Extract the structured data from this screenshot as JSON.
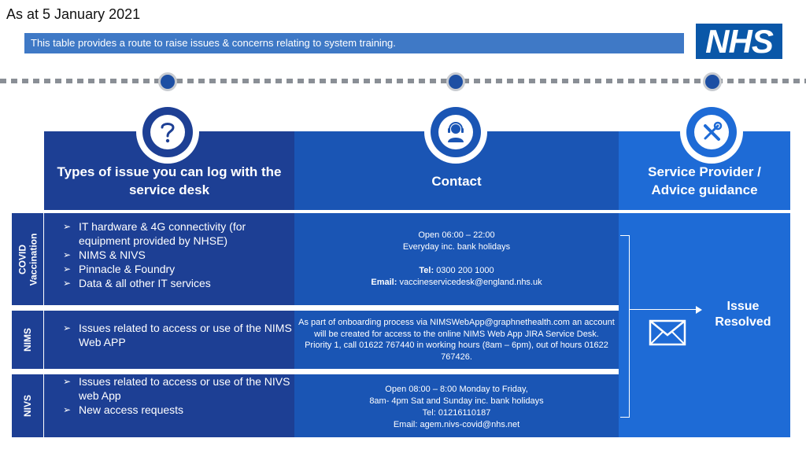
{
  "date_title": "As at 5 January 2021",
  "subtitle": "This table provides a route to raise issues & concerns relating to system training.",
  "logo_text": "NHS",
  "headers": {
    "types": "Types of issue you can log with the service desk",
    "contact": "Contact",
    "provider": "Service Provider / Advice guidance"
  },
  "icons": {
    "types": "question-mark-icon",
    "contact": "headset-agent-icon",
    "provider": "tools-icon",
    "resolved": "envelope-icon"
  },
  "rows": [
    {
      "label": "COVID Vaccination",
      "issues": [
        "IT hardware & 4G connectivity (for equipment provided by NHSE)",
        "NIMS & NIVS",
        "Pinnacle & Foundry",
        "Data & all other IT services"
      ],
      "contact": {
        "hours": "Open 06:00 – 22:00",
        "days": "Everyday inc. bank holidays",
        "tel_label": "Tel:",
        "tel": "0300 200 1000",
        "email_label": "Email:",
        "email": "vaccineservicedesk@england.nhs.uk"
      }
    },
    {
      "label": "NIMS",
      "issues": [
        "Issues related to access or use of the NIMS Web APP"
      ],
      "contact": {
        "text": "As part of onboarding process via NIMSWebApp@graphnethealth.com an account will be created for access to the online NIMS Web App JIRA Service Desk.",
        "priority": "Priority 1, call 01622 767440 in working hours (8am – 6pm), out of hours 01622 767426."
      }
    },
    {
      "label": "NIVS",
      "issues": [
        "Issues related to access or use of the NIVS web App",
        "New access requests"
      ],
      "contact": {
        "line1": "Open 08:00 – 8:00 Monday to Friday,",
        "line2": "8am- 4pm Sat and Sunday inc. bank holidays",
        "tel": "Tel: 01216110187",
        "email": "Email: agem.nivs-covid@nhs.net"
      }
    }
  ],
  "resolved_label": "Issue Resolved",
  "colors": {
    "dark_blue": "#1d3f94",
    "mid_blue": "#1a55b4",
    "bright_blue": "#1e6bd6",
    "subtitle_bar": "#3f79c6",
    "nhs_blue": "#0a57a8"
  }
}
